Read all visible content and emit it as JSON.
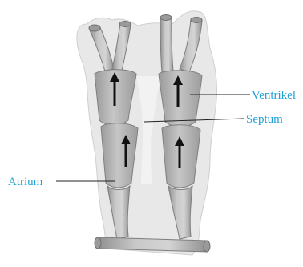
{
  "diagram": {
    "labels": {
      "ventricle": "Ventrikel",
      "septum": "Septum",
      "atrium": "Atrium"
    },
    "colors": {
      "label_text": "#1ea0d6",
      "leader_line": "#222222",
      "outer_membrane": "#e6e6e6",
      "tube_fill": "#bdbdbd",
      "tube_stroke": "#8a8a8a",
      "chamber_fill": "#b3b3b3",
      "arrow": "#111111"
    },
    "arrows": [
      "arrow-up",
      "arrow-up",
      "arrow-up",
      "arrow-up"
    ]
  }
}
